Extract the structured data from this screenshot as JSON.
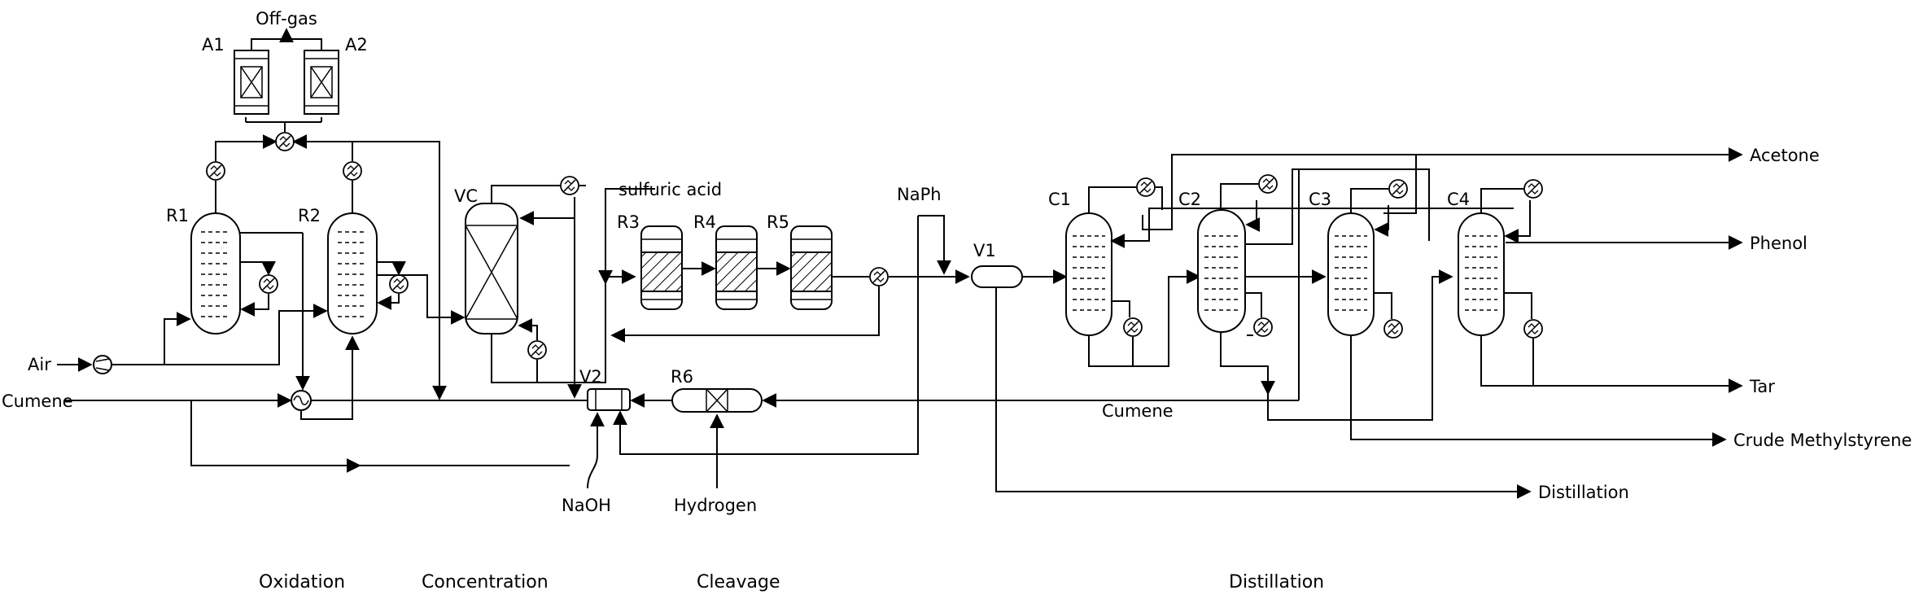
{
  "units": {
    "A1": "A1",
    "A2": "A2",
    "R1": "R1",
    "R2": "R2",
    "VC": "VC",
    "R3": "R3",
    "R4": "R4",
    "R5": "R5",
    "R6": "R6",
    "V1": "V1",
    "V2": "V2",
    "C1": "C1",
    "C2": "C2",
    "C3": "C3",
    "C4": "C4"
  },
  "streams": {
    "offgas": "Off-gas",
    "air": "Air",
    "cumene_in": "Cumene",
    "sulfuric_acid": "sulfuric acid",
    "naph": "NaPh",
    "naoh": "NaOH",
    "hydrogen": "Hydrogen",
    "cumene_recycle": "Cumene",
    "acetone": "Acetone",
    "phenol": "Phenol",
    "tar": "Tar",
    "crude_methylstyrene": "Crude Methylstyrene",
    "distillation_out": "Distillation"
  },
  "sections": {
    "oxidation": "Oxidation",
    "concentration": "Concentration",
    "cleavage": "Cleavage",
    "distillation": "Distillation"
  }
}
